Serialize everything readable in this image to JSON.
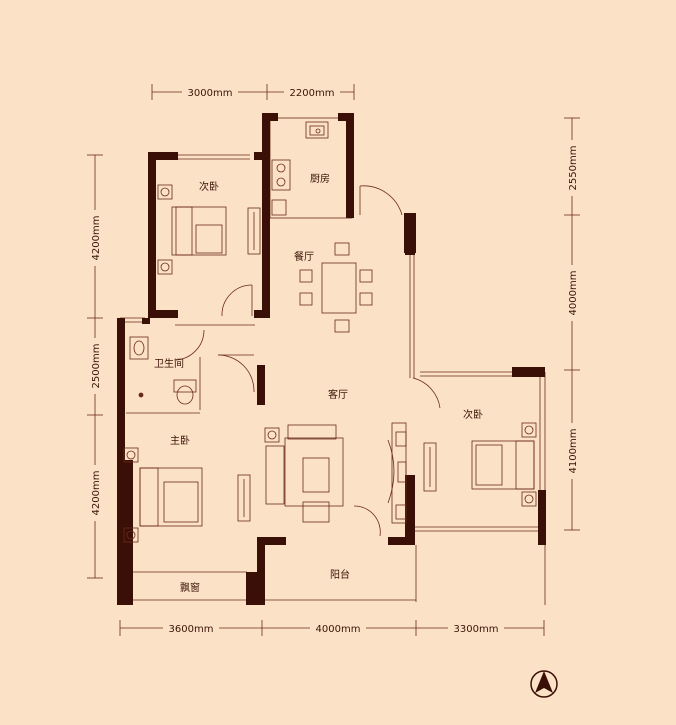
{
  "dimensions": {
    "top": [
      "3000mm",
      "2200mm"
    ],
    "bottom": [
      "3600mm",
      "4000mm",
      "3300mm"
    ],
    "left": [
      "4200mm",
      "2500mm",
      "4200mm"
    ],
    "right": [
      "2550mm",
      "4000mm",
      "4100mm"
    ]
  },
  "rooms": {
    "second_bedroom_a": "次卧",
    "kitchen": "厨房",
    "dining": "餐厅",
    "bathroom": "卫生间",
    "living": "客厅",
    "second_bedroom_b": "次卧",
    "master_bedroom": "主卧",
    "bay_window": "飘窗",
    "balcony": "阳台"
  },
  "compass": {
    "label": "N",
    "icon": "north-arrow-icon"
  },
  "colors": {
    "background": "#fbe1c5",
    "wall": "#3a0f06",
    "line": "#6b2a18"
  }
}
